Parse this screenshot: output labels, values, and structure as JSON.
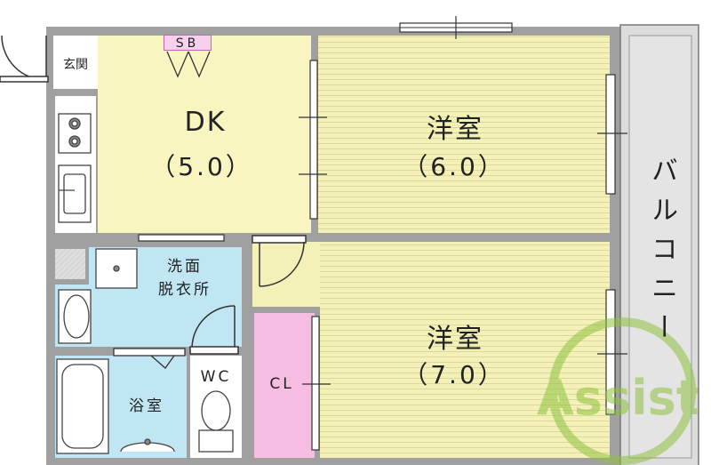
{
  "rooms": {
    "dk": {
      "name": "DK",
      "size": "（5.0）"
    },
    "western1": {
      "name": "洋室",
      "size": "（6.0）"
    },
    "western2": {
      "name": "洋室",
      "size": "（7.0）"
    },
    "washroom": {
      "line1": "洗面",
      "line2": "脱衣所"
    },
    "bath": {
      "name": "浴室"
    },
    "wc": {
      "name": "WC"
    },
    "closet": {
      "name": "CL"
    },
    "entrance": {
      "name": "玄関"
    },
    "shoebox": {
      "name": "SB"
    },
    "balcony": {
      "name": "バルコニー"
    }
  },
  "watermark": {
    "text": "Assist"
  },
  "colors": {
    "wall": "#a0a0a0",
    "dk_fill": "#f8f5c0",
    "western_fill": "#f3f0b8",
    "western_lines": "#dcd89c",
    "wash_fill": "#bfe6f2",
    "closet_fill": "#f6bde2",
    "balcony_fill": "#dcdcdc",
    "wc_fill": "#ffffff",
    "watermark": "#8fc13e"
  }
}
